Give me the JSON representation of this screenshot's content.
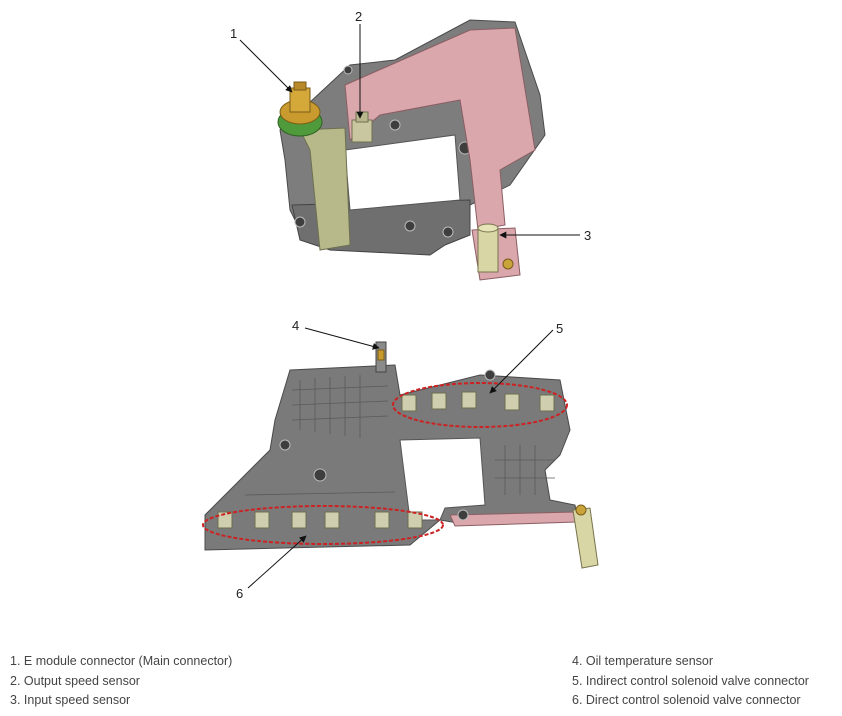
{
  "callouts": [
    "1",
    "2",
    "3",
    "4",
    "5",
    "6"
  ],
  "legend": {
    "left": [
      "1. E module connector (Main connector)",
      "2. Output speed sensor",
      "3. Input speed sensor"
    ],
    "right": [
      "4. Oil temperature sensor",
      "5. Indirect control solenoid valve connector",
      "6. Direct control solenoid valve connector"
    ]
  },
  "colors": {
    "housing": "#7a7a7a",
    "housing_dark": "#555555",
    "harness_pink": "#d9a7ac",
    "bracket_olive": "#b7b98a",
    "connector_brass": "#c99a2e",
    "connector_green": "#4f9a3a",
    "sensor_cream": "#d9d6a5",
    "highlight_red": "#cc2222"
  }
}
